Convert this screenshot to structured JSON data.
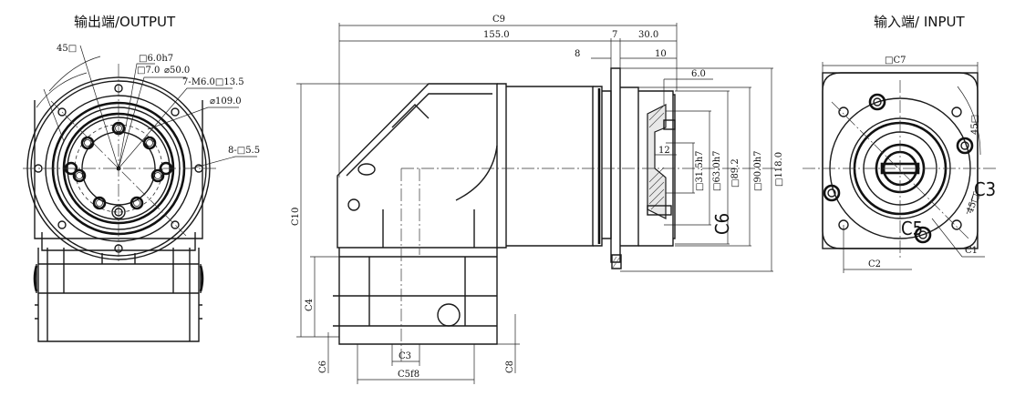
{
  "views": {
    "output_title": "输出端/OUTPUT",
    "input_title": "输入端/ INPUT"
  },
  "output_dims": {
    "angle": "45□",
    "d1": "□6.0h7",
    "d2": "□7.0",
    "d3": "⌀50.0",
    "d4": "7-M6.0□13.5",
    "d5": "⌀109.0",
    "d6": "8-□5.5"
  },
  "side_dims": {
    "c9": "C9",
    "v155": "155.0",
    "v7": "7",
    "v30": "30.0",
    "v8": "8",
    "v10": "10",
    "v6": "6.0",
    "v12": "12",
    "d31": "□31.5h7",
    "d63": "□63.0h7",
    "d89": "□89.2",
    "d90": "□90.0h7",
    "d118": "□118.0",
    "c10": "C10",
    "c4": "C4",
    "c6": "C6",
    "c3": "C3",
    "c5": "C5f8",
    "c8": "C8",
    "c6big": "C6"
  },
  "input_dims": {
    "c7": "□C7",
    "a45": "45□",
    "c3": "C3",
    "c5": "C5",
    "c2": "C2",
    "c1": "C1",
    "a45b": "45□"
  }
}
